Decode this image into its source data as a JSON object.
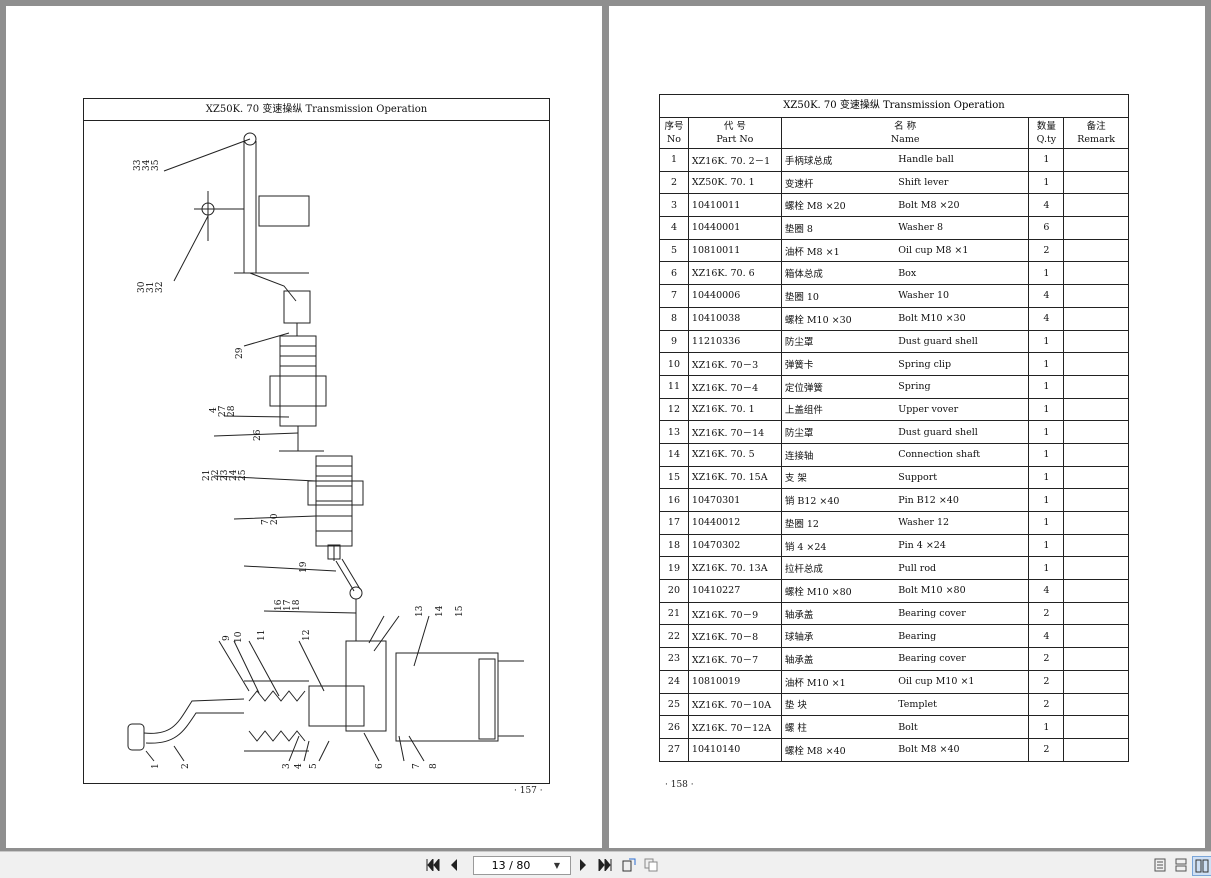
{
  "left_page": {
    "header": "XZ50K. 70   变速操纵   Transmission Operation",
    "page_number": "· 157 ·",
    "callouts": [
      "33",
      "34",
      "35",
      "30",
      "31",
      "32",
      "29",
      "4",
      "27",
      "28",
      "26",
      "21",
      "22",
      "23",
      "24",
      "25",
      "7",
      "20",
      "19",
      "16",
      "17",
      "18",
      "13",
      "14",
      "15",
      "9",
      "10",
      "11",
      "12",
      "1",
      "2",
      "3",
      "4",
      "5",
      "6",
      "7",
      "8"
    ]
  },
  "right_page": {
    "header": "XZ50K. 70   变速操纵   Transmission Operation",
    "page_number": "· 158 ·",
    "columns": {
      "no_cn": "序号",
      "no_en": "No",
      "part_cn": "代   号",
      "part_en": "Part No",
      "name_cn": "名        称",
      "name_en": "Name",
      "qty_cn": "数量",
      "qty_en": "Q.ty",
      "remark_cn": "备注",
      "remark_en": "Remark"
    },
    "rows": [
      {
        "no": "1",
        "part": "XZ16K. 70. 2－1",
        "cn": "手柄球总成",
        "en": "Handle ball",
        "qty": "1"
      },
      {
        "no": "2",
        "part": "XZ50K. 70. 1",
        "cn": "变速杆",
        "en": "Shift lever",
        "qty": "1"
      },
      {
        "no": "3",
        "part": "10410011",
        "cn": "螺栓 M8 ×20",
        "en": "Bolt M8 ×20",
        "qty": "4"
      },
      {
        "no": "4",
        "part": "10440001",
        "cn": "垫圈 8",
        "en": "Washer 8",
        "qty": "6"
      },
      {
        "no": "5",
        "part": "10810011",
        "cn": "油杯 M8 ×1",
        "en": "Oil cup M8 ×1",
        "qty": "2"
      },
      {
        "no": "6",
        "part": "XZ16K. 70. 6",
        "cn": "箱体总成",
        "en": "Box",
        "qty": "1"
      },
      {
        "no": "7",
        "part": "10440006",
        "cn": "垫圈 10",
        "en": "Washer 10",
        "qty": "4"
      },
      {
        "no": "8",
        "part": "10410038",
        "cn": "螺栓 M10 ×30",
        "en": "Bolt M10 ×30",
        "qty": "4"
      },
      {
        "no": "9",
        "part": "11210336",
        "cn": "防尘罩",
        "en": "Dust guard shell",
        "qty": "1"
      },
      {
        "no": "10",
        "part": "XZ16K. 70－3",
        "cn": "弹簧卡",
        "en": "Spring clip",
        "qty": "1"
      },
      {
        "no": "11",
        "part": "XZ16K. 70－4",
        "cn": "定位弹簧",
        "en": "Spring",
        "qty": "1"
      },
      {
        "no": "12",
        "part": "XZ16K. 70. 1",
        "cn": "上盖组件",
        "en": "Upper vover",
        "qty": "1"
      },
      {
        "no": "13",
        "part": "XZ16K. 70－14",
        "cn": "防尘罩",
        "en": "Dust guard shell",
        "qty": "1"
      },
      {
        "no": "14",
        "part": "XZ16K. 70. 5",
        "cn": "连接轴",
        "en": "Connection shaft",
        "qty": "1"
      },
      {
        "no": "15",
        "part": "XZ16K. 70. 15A",
        "cn": "支   架",
        "en": "Support",
        "qty": "1"
      },
      {
        "no": "16",
        "part": "10470301",
        "cn": "销 B12 ×40",
        "en": "Pin B12 ×40",
        "qty": "1"
      },
      {
        "no": "17",
        "part": "10440012",
        "cn": "垫圈 12",
        "en": "Washer 12",
        "qty": "1"
      },
      {
        "no": "18",
        "part": "10470302",
        "cn": "销 4 ×24",
        "en": "Pin 4 ×24",
        "qty": "1"
      },
      {
        "no": "19",
        "part": "XZ16K. 70. 13A",
        "cn": "拉杆总成",
        "en": "Pull rod",
        "qty": "1"
      },
      {
        "no": "20",
        "part": "10410227",
        "cn": "螺栓 M10 ×80",
        "en": "Bolt M10 ×80",
        "qty": "4"
      },
      {
        "no": "21",
        "part": "XZ16K. 70－9",
        "cn": "轴承盖",
        "en": "Bearing cover",
        "qty": "2"
      },
      {
        "no": "22",
        "part": "XZ16K. 70－8",
        "cn": "球轴承",
        "en": "Bearing",
        "qty": "4"
      },
      {
        "no": "23",
        "part": "XZ16K. 70－7",
        "cn": "轴承盖",
        "en": "Bearing cover",
        "qty": "2"
      },
      {
        "no": "24",
        "part": "10810019",
        "cn": "油杯 M10 ×1",
        "en": "Oil cup M10 ×1",
        "qty": "2"
      },
      {
        "no": "25",
        "part": "XZ16K. 70－10A",
        "cn": "垫   块",
        "en": "Templet",
        "qty": "2"
      },
      {
        "no": "26",
        "part": "XZ16K. 70－12A",
        "cn": "螺   柱",
        "en": "Bolt",
        "qty": "1"
      },
      {
        "no": "27",
        "part": "10410140",
        "cn": "螺栓 M8 ×40",
        "en": "Bolt M8 ×40",
        "qty": "2"
      }
    ]
  },
  "toolbar": {
    "page_indicator": "13 / 80",
    "first_icon": "first-page-icon",
    "prev_icon": "prev-page-icon",
    "next_icon": "next-page-icon",
    "last_icon": "last-page-icon"
  }
}
